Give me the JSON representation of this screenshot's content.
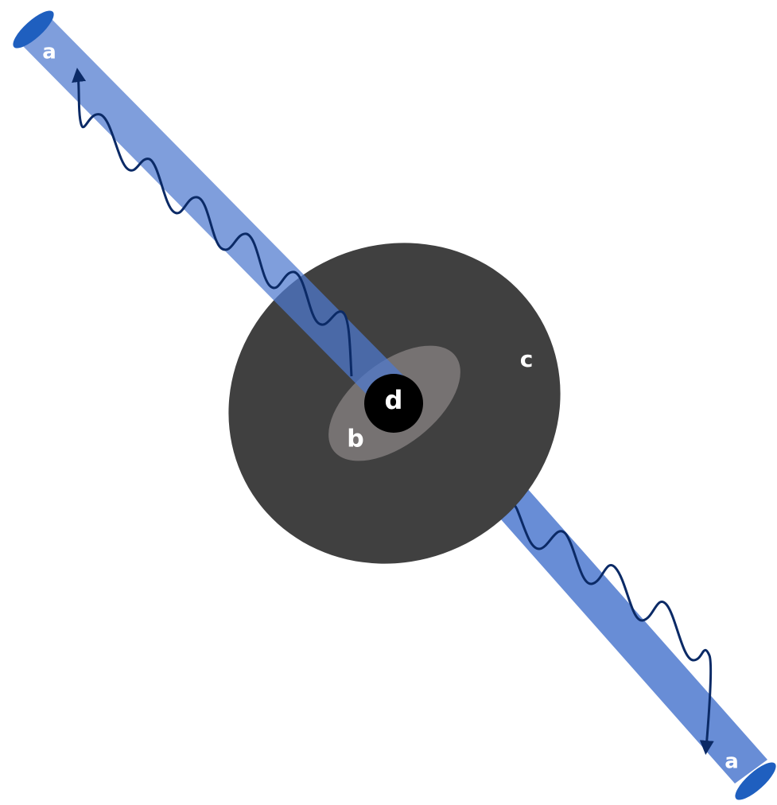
{
  "labels": {
    "jet_top_end": "a",
    "jet_bottom_end": "a",
    "inner_region": "b",
    "outer_disk": "c",
    "central_object": "d"
  },
  "colors": {
    "background": "#ffffff",
    "jet_beam": "#4d79cf",
    "jet_endcap": "#1f5fbf",
    "wave": "#0b2a66",
    "outer_disk": "#404040",
    "inner_region": "#767272",
    "central_object": "#000000",
    "label_text": "#ffffff"
  }
}
